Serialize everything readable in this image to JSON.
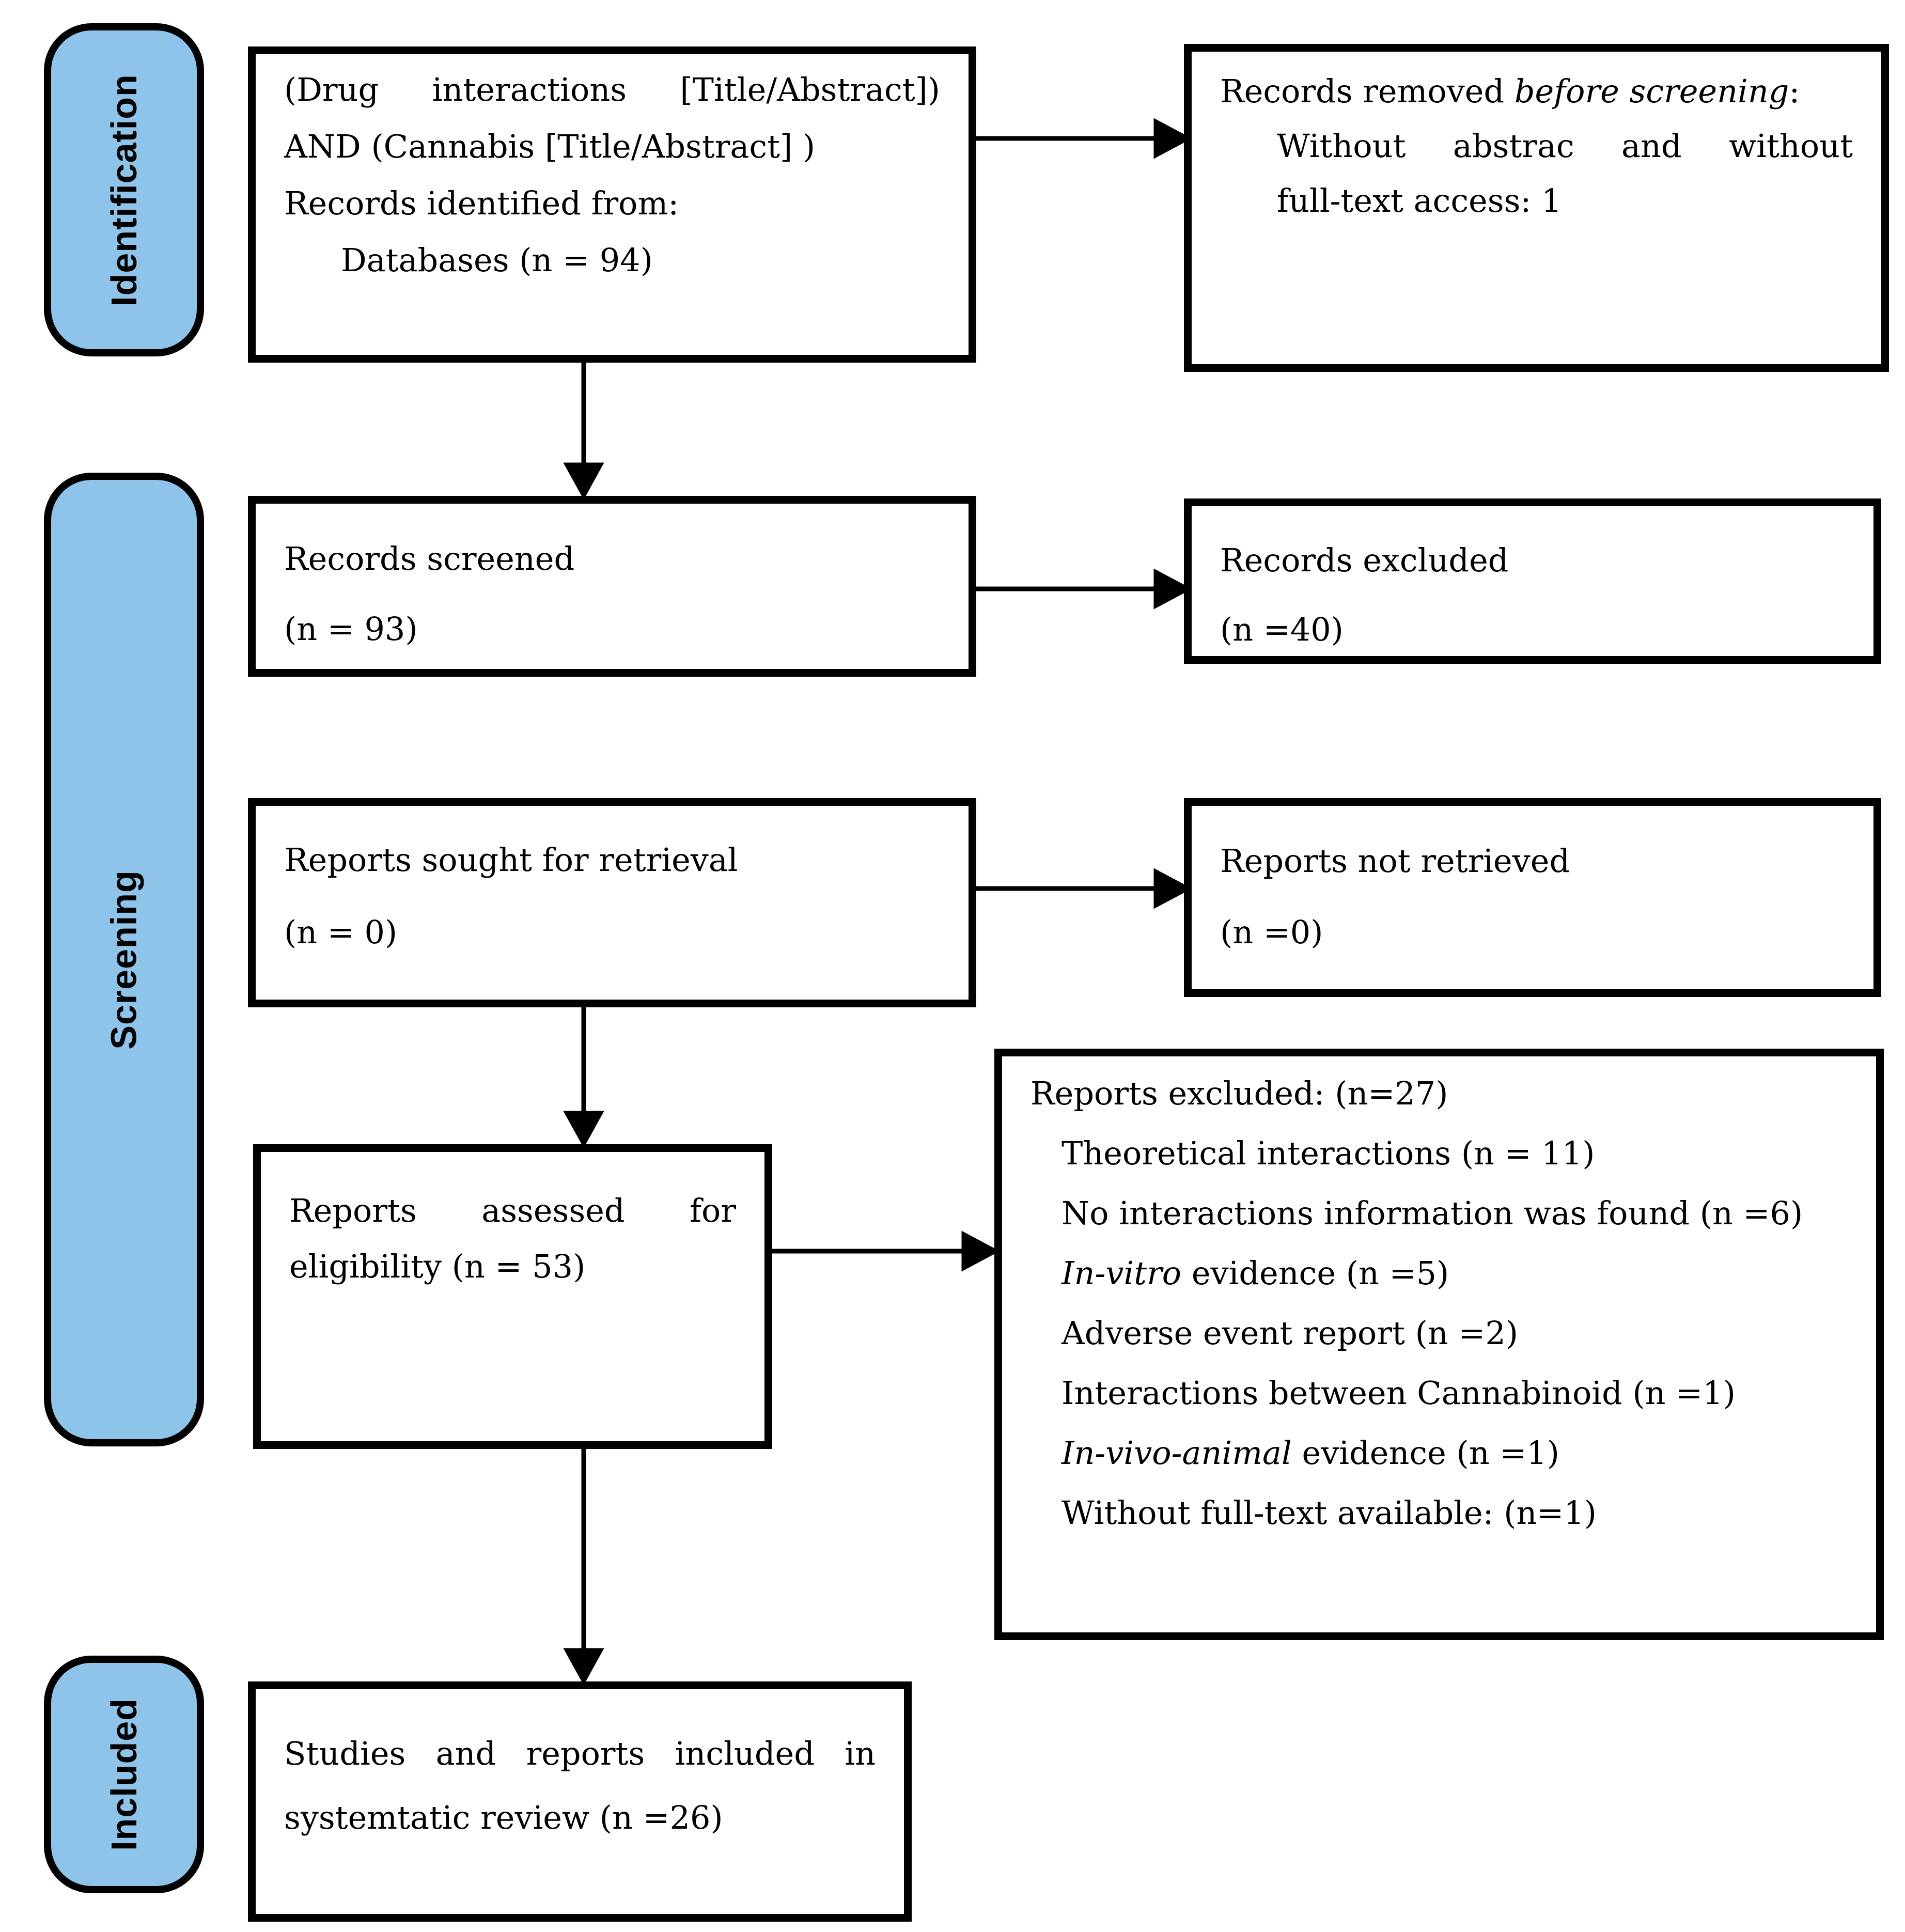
{
  "figure": {
    "kind": "prisma-flow-diagram",
    "colors": {
      "stage_fill": "#8FC4EA",
      "border": "#000000",
      "box_fill": "#FFFFFF",
      "text": "#000000",
      "arrow": "#000000"
    }
  },
  "stages": [
    {
      "key": "identification",
      "label": "Identification"
    },
    {
      "key": "screening",
      "label": "Screening"
    },
    {
      "key": "included",
      "label": "Included"
    }
  ],
  "boxes": {
    "records_identified": {
      "lines": [
        {
          "segs": [
            {
              "t": "(Drug interactions [Title/Abstract])"
            }
          ],
          "justify": true
        },
        {
          "segs": [
            {
              "t": "AND (Cannabis [Title/Abstract] )"
            }
          ]
        },
        {
          "segs": [
            {
              "t": "Records identified from:"
            }
          ]
        },
        {
          "segs": [
            {
              "t": "Databases (n = 94)"
            }
          ],
          "indent": true
        }
      ]
    },
    "records_removed": {
      "lines": [
        {
          "segs": [
            {
              "t": "Records removed "
            },
            {
              "t": "before screening",
              "i": true
            },
            {
              "t": ":"
            }
          ]
        },
        {
          "segs": [
            {
              "t": "Without abstrac and without"
            }
          ],
          "indent": true,
          "justify": true
        },
        {
          "segs": [
            {
              "t": "full-text access: 1"
            }
          ],
          "indent": true
        }
      ]
    },
    "records_screened": {
      "lines": [
        {
          "segs": [
            {
              "t": "Records screened"
            }
          ]
        },
        {
          "segs": [
            {
              "t": "(n = 93)"
            }
          ]
        }
      ]
    },
    "records_excluded": {
      "lines": [
        {
          "segs": [
            {
              "t": "Records excluded"
            }
          ]
        },
        {
          "segs": [
            {
              "t": "(n =40)"
            }
          ]
        }
      ]
    },
    "reports_sought": {
      "lines": [
        {
          "segs": [
            {
              "t": "Reports sought for retrieval"
            }
          ]
        },
        {
          "segs": [
            {
              "t": "(n = 0)"
            }
          ]
        }
      ]
    },
    "reports_not_retrieved": {
      "lines": [
        {
          "segs": [
            {
              "t": "Reports not retrieved"
            }
          ]
        },
        {
          "segs": [
            {
              "t": "(n =0)"
            }
          ]
        }
      ]
    },
    "reports_assessed": {
      "lines": [
        {
          "segs": [
            {
              "t": "Reports assessed for"
            }
          ],
          "justify": true
        },
        {
          "segs": [
            {
              "t": "eligibility (n = 53)"
            }
          ]
        }
      ]
    },
    "reports_excluded_reasons": {
      "lines": [
        {
          "segs": [
            {
              "t": "Reports excluded: (n=27)"
            }
          ]
        },
        {
          "segs": [
            {
              "t": "Theoretical interactions (n = 11)"
            }
          ],
          "indent": true
        },
        {
          "segs": [
            {
              "t": "No interactions information was found (n =6)"
            }
          ],
          "indent": true
        },
        {
          "segs": [
            {
              "t": "In-vitro",
              "i": true
            },
            {
              "t": " evidence (n =5)"
            }
          ],
          "indent": true
        },
        {
          "segs": [
            {
              "t": "Adverse event report (n =2)"
            }
          ],
          "indent": true
        },
        {
          "segs": [
            {
              "t": "Interactions between Cannabinoid (n =1)"
            }
          ],
          "indent": true
        },
        {
          "segs": [
            {
              "t": "In-vivo-animal",
              "i": true
            },
            {
              "t": " evidence (n =1)"
            }
          ],
          "indent": true
        },
        {
          "segs": [
            {
              "t": "Without full-text available: (n=1)"
            }
          ],
          "indent": true
        }
      ]
    },
    "included_studies": {
      "lines": [
        {
          "segs": [
            {
              "t": "Studies and reports included in"
            }
          ],
          "justify": true
        },
        {
          "segs": [
            {
              "t": "systemtatic review (n =26)"
            }
          ]
        }
      ]
    }
  }
}
